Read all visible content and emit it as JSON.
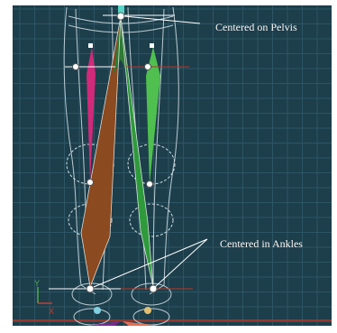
{
  "viewport": {
    "background_color": "#1d3e4b",
    "grid_color": "#2d5564"
  },
  "annotations": {
    "pelvis": "Centered on Pelvis",
    "ankles": "Centered in Ankles"
  },
  "axis": {
    "y_label": "Y",
    "x_label": "X",
    "y_color": "#4caf50",
    "x_color": "#cc3b2e"
  },
  "bones": [
    {
      "name": "left-thigh-bone",
      "color": "#d02a7a"
    },
    {
      "name": "left-calf-bone",
      "color": "#8b4a1f"
    },
    {
      "name": "right-calf-bone",
      "color": "#2f9a3c"
    },
    {
      "name": "right-thigh-bone",
      "color": "#4fc04f"
    },
    {
      "name": "left-foot-bone",
      "color": "#7a2a8e"
    },
    {
      "name": "right-foot-bone",
      "color": "#e37055"
    }
  ]
}
